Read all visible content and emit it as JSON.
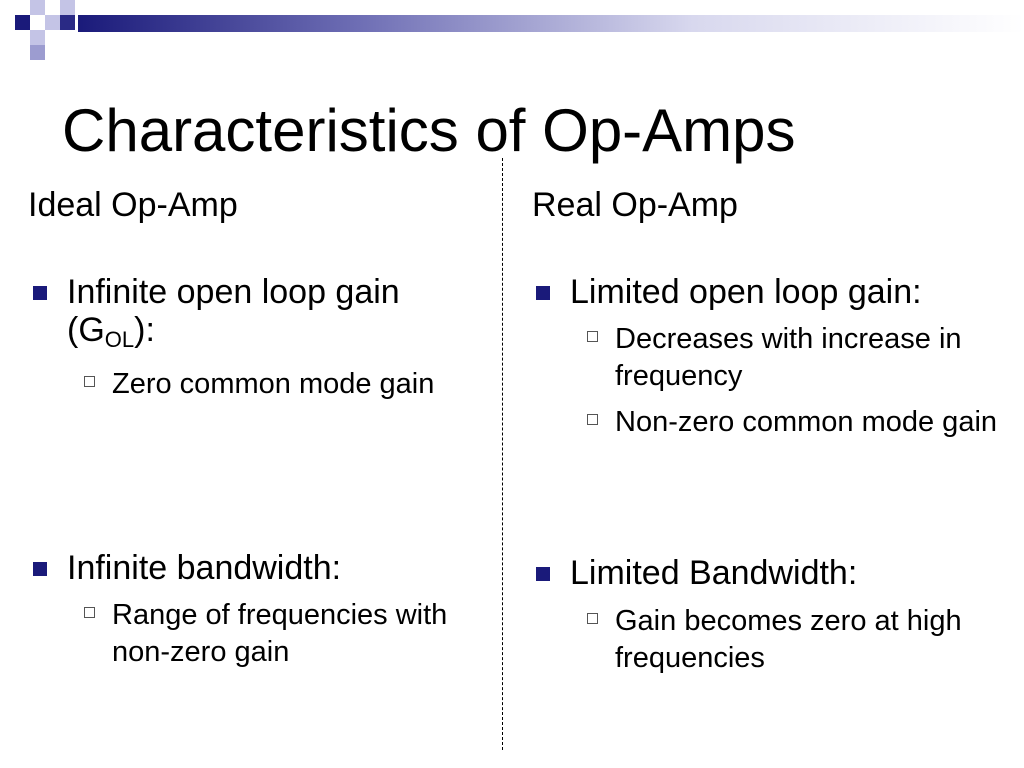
{
  "theme": {
    "accent": "#1a1a7a",
    "accent_light": "#b3b3dd"
  },
  "slide": {
    "title": "Characteristics of Op-Amps"
  },
  "left": {
    "heading": "Ideal Op-Amp",
    "bullet1_pre": "Infinite open loop gain (G",
    "bullet1_sub": "OL",
    "bullet1_post": "):",
    "bullet1_sub1": "Zero common mode gain",
    "bullet2": "Infinite bandwidth:",
    "bullet2_sub1": "Range of frequencies with non-zero gain"
  },
  "right": {
    "heading": "Real Op-Amp",
    "bullet1": "Limited open loop gain:",
    "bullet1_sub1": "Decreases with increase in frequency",
    "bullet1_sub2": "Non-zero common mode gain",
    "bullet2": "Limited Bandwidth:",
    "bullet2_sub1": "Gain becomes zero at high frequencies"
  },
  "icons": {
    "bullet": "filled-square",
    "sub_bullet": "hollow-square",
    "decoration": "checkered-squares"
  }
}
